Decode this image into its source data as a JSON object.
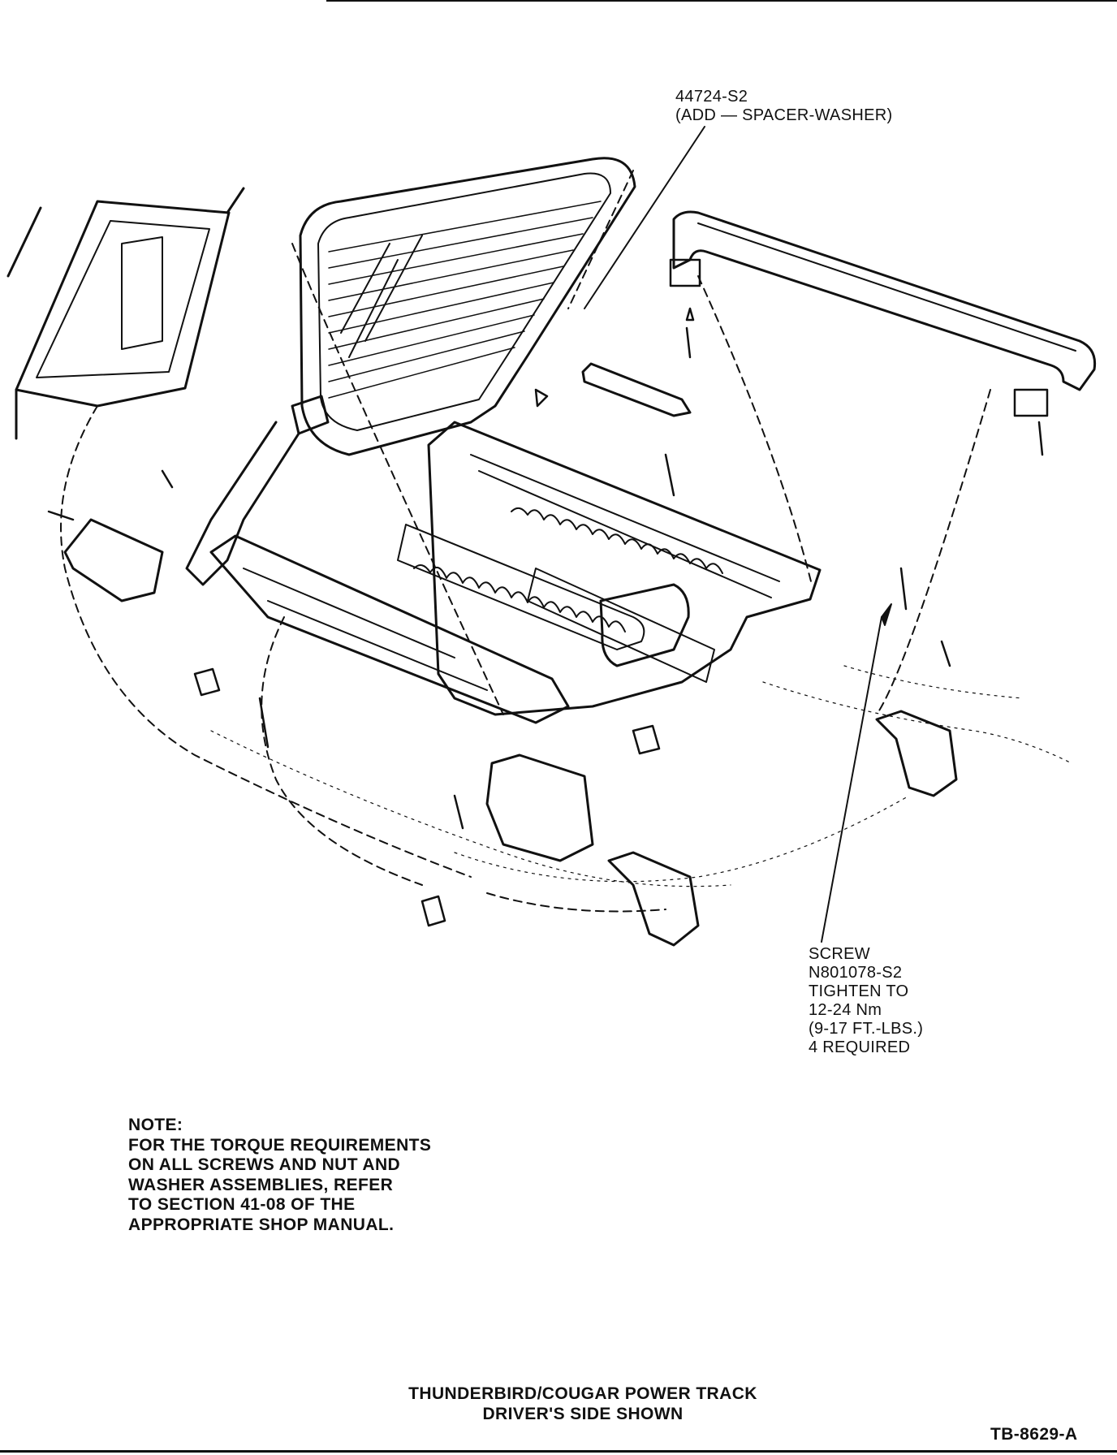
{
  "callouts": {
    "spacer_washer": {
      "line1": "44724-S2",
      "line2": "(ADD — SPACER-WASHER)"
    },
    "screw": {
      "line1": "SCREW",
      "line2": "N801078-S2",
      "line3": "TIGHTEN TO",
      "line4": "12-24 Nm",
      "line5": "(9-17 FT.-LBS.)",
      "line6": "4 REQUIRED"
    }
  },
  "note": {
    "heading": "NOTE:",
    "line1": "FOR THE TORQUE REQUIREMENTS",
    "line2": "ON ALL SCREWS AND NUT AND",
    "line3": "WASHER ASSEMBLIES, REFER",
    "line4": "TO SECTION 41-08 OF THE",
    "line5": "APPROPRIATE SHOP MANUAL."
  },
  "caption": {
    "line1": "THUNDERBIRD/COUGAR POWER TRACK",
    "line2": "DRIVER'S SIDE SHOWN"
  },
  "figure_id": "TB-8629-A",
  "colors": {
    "ink": "#111111",
    "paper": "#ffffff"
  }
}
